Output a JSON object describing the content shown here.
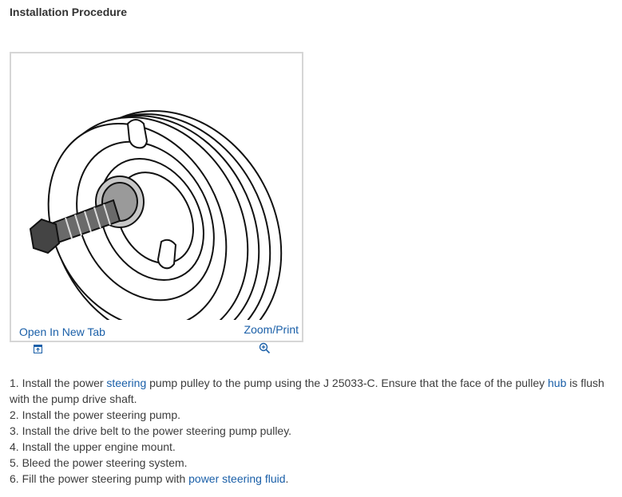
{
  "heading": "Installation Procedure",
  "figure_bar": {
    "open_label": "Open In New Tab",
    "zoom_label": "Zoom/Print"
  },
  "steps": [
    {
      "num": "1.",
      "t1": " Install the power ",
      "l1": "steering",
      "t2": " pump pulley to the pump using the J 25033-C. Ensure that the face of the pulley ",
      "l2": "hub",
      "t3": " is flush with the pump drive shaft."
    },
    {
      "num": "2.",
      "text": " Install the power steering pump."
    },
    {
      "num": "3.",
      "text": " Install the drive belt to the power steering pump pulley."
    },
    {
      "num": "4.",
      "text": " Install the upper engine mount."
    },
    {
      "num": "5.",
      "text": " Bleed the power steering system."
    },
    {
      "num": "6.",
      "text": " Fill the power steering pump with ",
      "link": "power steering fluid",
      "end": "."
    }
  ],
  "colors": {
    "link": "#1a5fa8",
    "text": "#3c3c3c",
    "frame_border": "#d6d6d6"
  }
}
